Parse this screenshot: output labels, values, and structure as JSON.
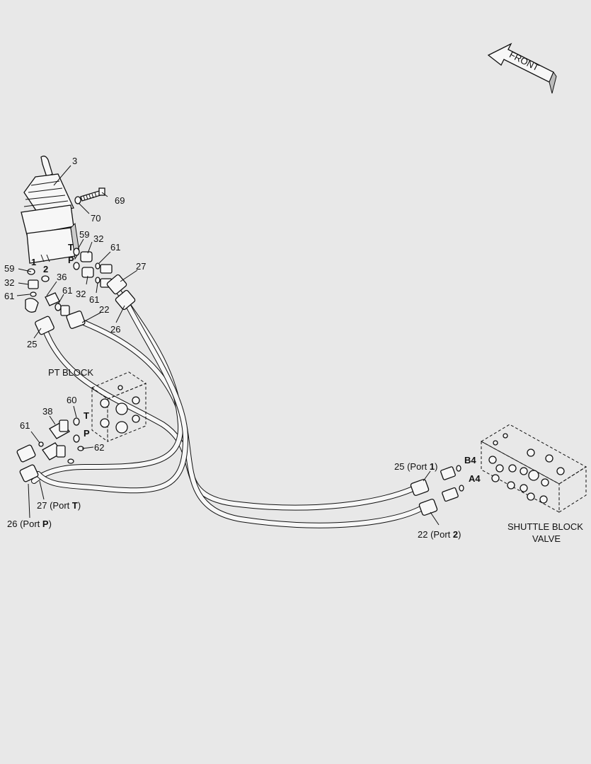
{
  "front_arrow": {
    "label": "FRONT"
  },
  "blocks": {
    "pt_block": "PT BLOCK",
    "shuttle_line1": "SHUTTLE BLOCK",
    "shuttle_line2": "VALVE"
  },
  "ports": {
    "T": "T",
    "P": "P",
    "one": "1",
    "two": "2",
    "B4": "B4",
    "A4": "A4"
  },
  "callouts": {
    "c3": "3",
    "c69": "69",
    "c70": "70",
    "c59a": "59",
    "c32a": "32",
    "c61a": "61",
    "c27": "27",
    "c59b": "59",
    "c32b": "32",
    "c61b": "61",
    "c36": "36",
    "c61c": "61",
    "c32c": "32",
    "c61d": "61",
    "c22": "22",
    "c26": "26",
    "c25": "25",
    "c60": "60",
    "c38": "38",
    "c61e": "61",
    "c62": "62"
  },
  "port_callouts": {
    "p25_num": "25",
    "p25_pre": "(Port ",
    "p25_port": "1",
    "p25_post": ")",
    "p22_num": "22",
    "p22_pre": "(Port ",
    "p22_port": "2",
    "p22_post": ")",
    "p27_num": "27",
    "p27_pre": "(Port ",
    "p27_port": "T",
    "p27_post": ")",
    "p26_num": "26",
    "p26_pre": "(Port ",
    "p26_port": "P",
    "p26_post": ")"
  }
}
